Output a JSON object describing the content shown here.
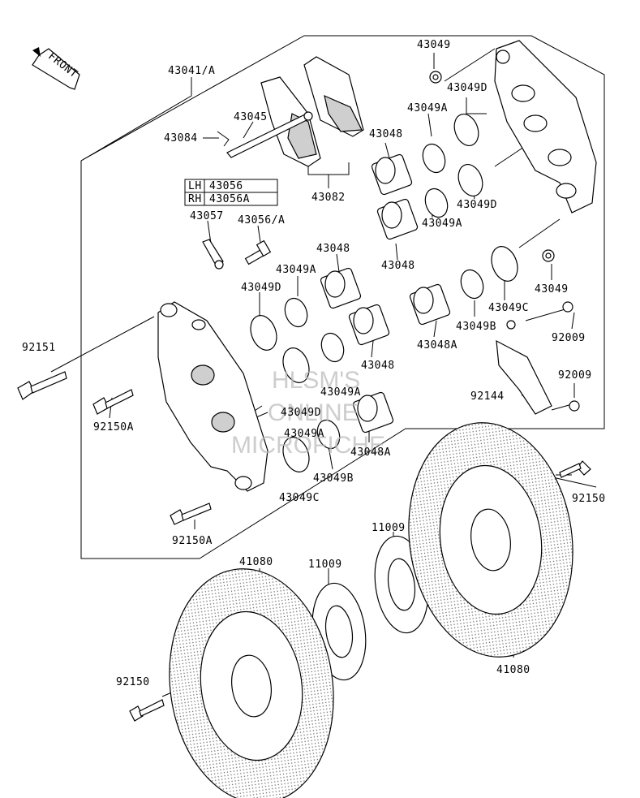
{
  "front_badge": "FRONT",
  "watermark": [
    "HLSM'S",
    "ONLINE",
    "MICROFICHE"
  ],
  "lhrh_table": {
    "lh_label": "LH",
    "lh_part": "43056",
    "rh_label": "RH",
    "rh_part": "43056A"
  },
  "labels": {
    "p43041A": "43041/A",
    "p43045": "43045",
    "p43084": "43084",
    "p43082": "43082",
    "p43057": "43057",
    "p43056A": "43056/A",
    "p43048_a": "43048",
    "p43048_b": "43048",
    "p43048_c": "43048",
    "p43048_d": "43048",
    "p43048A_a": "43048A",
    "p43048A_b": "43048A",
    "p43049_top": "43049",
    "p43049_mid": "43049",
    "p43049A_a": "43049A",
    "p43049A_b": "43049A",
    "p43049A_c": "43049A",
    "p43049A_d": "43049A",
    "p43049A_e": "43049A",
    "p43049B_a": "43049B",
    "p43049B_b": "43049B",
    "p43049C_a": "43049C",
    "p43049C_b": "43049C",
    "p43049D_a": "43049D",
    "p43049D_b": "43049D",
    "p43049D_c": "43049D",
    "p43049D_d": "43049D",
    "p92009_a": "92009",
    "p92009_b": "92009",
    "p92144": "92144",
    "p92151": "92151",
    "p92150A_a": "92150A",
    "p92150A_b": "92150A",
    "p92150_a": "92150",
    "p92150_b": "92150",
    "p11009_a": "11009",
    "p11009_b": "11009",
    "p41080_a": "41080",
    "p41080_b": "41080"
  }
}
